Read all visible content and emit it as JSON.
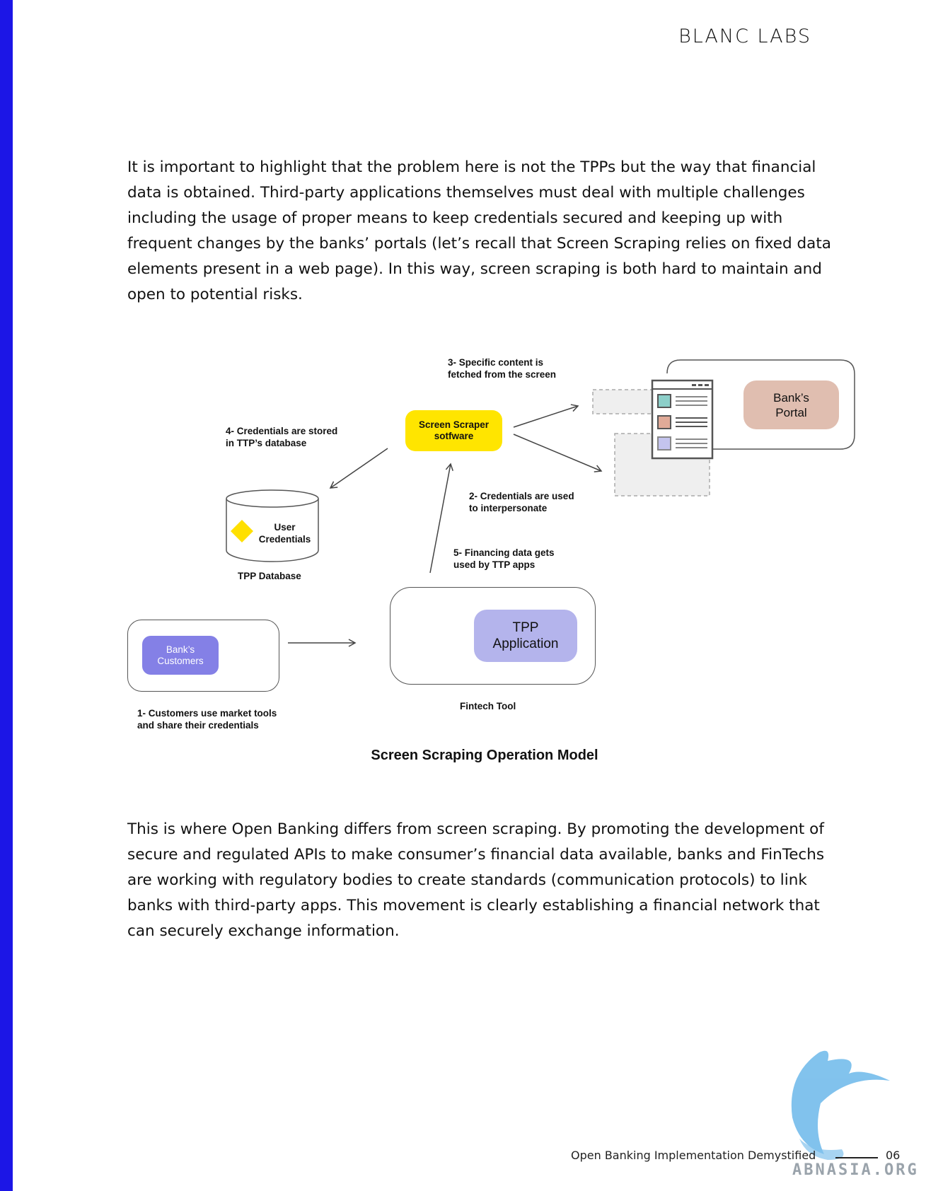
{
  "header": {
    "brand": "BLANC LABS"
  },
  "body": {
    "paragraph1": "It is important to highlight that the problem here is not the TPPs but the way that financial data is obtained. Third-party applications themselves must deal with multiple challenges including the usage of proper means to keep credentials secured and keeping up with frequent changes by the banks’ portals (let’s recall that Screen Scraping relies on fixed data elements present in a web page). In this way, screen scraping is both hard to maintain and open to potential risks.",
    "paragraph2": "This is where Open Banking differs from screen scraping. By promoting the development of secure and regulated APIs to make consumer’s financial data available, banks and FinTechs are working with regulatory bodies to create standards (communication protocols) to link banks with third-party apps. This movement is clearly establishing a financial network that can securely exchange information."
  },
  "diagram": {
    "step3_line1": "3- Specific content is",
    "step3_line2": "fetched from the screen",
    "step4_line1": "4- Credentials are stored",
    "step4_line2": "in TTP’s database",
    "scraper_line1": "Screen Scraper",
    "scraper_line2": "sotfware",
    "bank_portal_line1": "Bank’s",
    "bank_portal_line2": "Portal",
    "step2_line1": "2- Credentials are used",
    "step2_line2": "to interpersonate",
    "db_line1": "User",
    "db_line2": "Credentials",
    "db_caption": "TPP Database",
    "step5_line1": "5- Financing data gets",
    "step5_line2": "used by TTP apps",
    "customers_line1": "Bank’s",
    "customers_line2": "Customers",
    "tpp_line1": "TPP",
    "tpp_line2": "Application",
    "fintech_caption": "Fintech Tool",
    "step1_line1": "1- Customers use market tools",
    "step1_line2": "and share their credentials",
    "title": "Screen Scraping Operation Model",
    "colors": {
      "scraper": "#ffe500",
      "bank_portal": "#e0beb0",
      "customers": "#8480e6",
      "tpp": "#b4b4ec",
      "diamond": "#ffe000"
    }
  },
  "footer": {
    "doc_title": "Open Banking Implementation Demystified",
    "page_number": "06",
    "watermark": "ABNASIA.ORG"
  },
  "accent": "#1c16e6"
}
